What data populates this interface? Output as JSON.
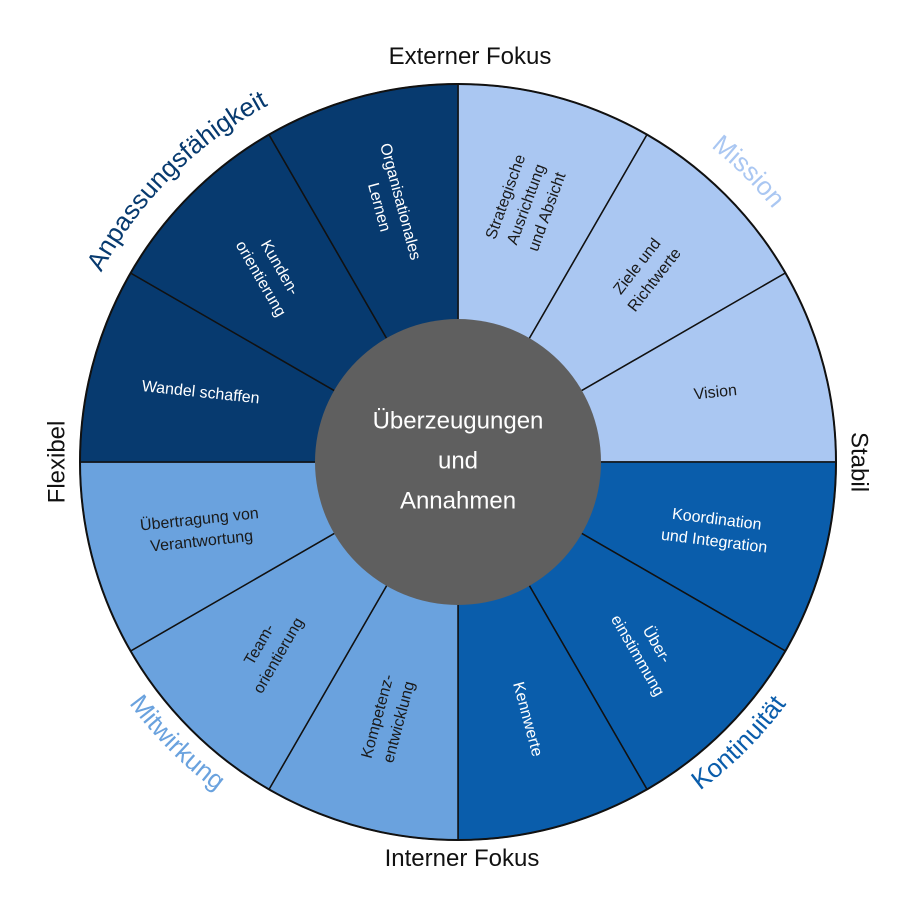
{
  "center": {
    "lines": [
      "Überzeugungen",
      "und",
      "Annahmen"
    ],
    "color": "#5f5f5f"
  },
  "axes": {
    "top": "Externer Fokus",
    "bottom": "Interner Fokus",
    "left": "Flexibel",
    "right": "Stabil"
  },
  "quadrants": [
    {
      "title": "Mission",
      "color": "#aac7f2",
      "title_color": "#aac7f2",
      "text_color": "#1a1a1a",
      "segments": [
        {
          "lines": [
            "Strategische",
            "Ausrichtung",
            "und Absicht"
          ]
        },
        {
          "lines": [
            "Ziele und",
            "Richtwerte"
          ]
        },
        {
          "lines": [
            "Vision"
          ]
        }
      ]
    },
    {
      "title": "Kontinuität",
      "color": "#0a5dab",
      "title_color": "#0a5dab",
      "text_color": "#ffffff",
      "segments": [
        {
          "lines": [
            "Koordination",
            "und Integration"
          ]
        },
        {
          "lines": [
            "Über-",
            "einstimmung"
          ]
        },
        {
          "lines": [
            "Kennwerte"
          ]
        }
      ]
    },
    {
      "title": "Mitwirkung",
      "color": "#6aa2de",
      "title_color": "#6aa2de",
      "text_color": "#1a1a1a",
      "segments": [
        {
          "lines": [
            "Kompetenz-",
            "entwicklung"
          ]
        },
        {
          "lines": [
            "Team-",
            "orientierung"
          ]
        },
        {
          "lines": [
            "Übertragung von",
            "Verantwortung"
          ]
        }
      ]
    },
    {
      "title": "Anpassungsfähigkeit",
      "color": "#073a6f",
      "title_color": "#073a6f",
      "text_color": "#ffffff",
      "segments": [
        {
          "lines": [
            "Wandel schaffen"
          ]
        },
        {
          "lines": [
            "Kunden-",
            "orientierung"
          ]
        },
        {
          "lines": [
            "Organisationales",
            "Lernen"
          ]
        }
      ]
    }
  ]
}
